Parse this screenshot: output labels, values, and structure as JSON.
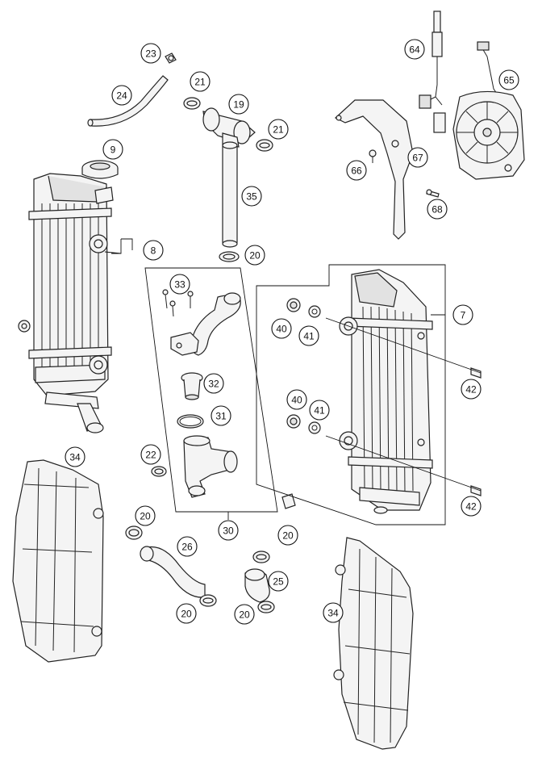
{
  "callouts": [
    {
      "id": "c23",
      "label": "23"
    },
    {
      "id": "c24",
      "label": "24"
    },
    {
      "id": "c21a",
      "label": "21"
    },
    {
      "id": "c19",
      "label": "19"
    },
    {
      "id": "c21b",
      "label": "21"
    },
    {
      "id": "c9",
      "label": "9"
    },
    {
      "id": "c35",
      "label": "35"
    },
    {
      "id": "c8",
      "label": "8"
    },
    {
      "id": "c20a",
      "label": "20"
    },
    {
      "id": "c64",
      "label": "64"
    },
    {
      "id": "c65",
      "label": "65"
    },
    {
      "id": "c66",
      "label": "66"
    },
    {
      "id": "c67",
      "label": "67"
    },
    {
      "id": "c68",
      "label": "68"
    },
    {
      "id": "c33",
      "label": "33"
    },
    {
      "id": "c32",
      "label": "32"
    },
    {
      "id": "c31",
      "label": "31"
    },
    {
      "id": "c22",
      "label": "22"
    },
    {
      "id": "c30",
      "label": "30"
    },
    {
      "id": "c34a",
      "label": "34"
    },
    {
      "id": "c20b",
      "label": "20"
    },
    {
      "id": "c26",
      "label": "26"
    },
    {
      "id": "c20c",
      "label": "20"
    },
    {
      "id": "c20d",
      "label": "20"
    },
    {
      "id": "c25",
      "label": "25"
    },
    {
      "id": "c20e",
      "label": "20"
    },
    {
      "id": "c7",
      "label": "7"
    },
    {
      "id": "c40a",
      "label": "40"
    },
    {
      "id": "c41a",
      "label": "41"
    },
    {
      "id": "c42a",
      "label": "42"
    },
    {
      "id": "c40b",
      "label": "40"
    },
    {
      "id": "c41b",
      "label": "41"
    },
    {
      "id": "c42b",
      "label": "42"
    },
    {
      "id": "c34b",
      "label": "34"
    }
  ]
}
